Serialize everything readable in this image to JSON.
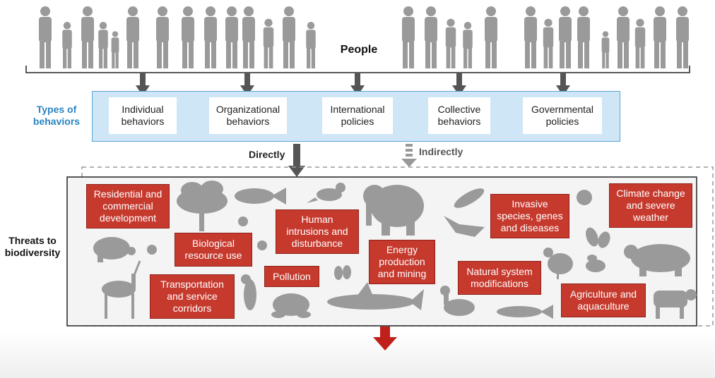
{
  "diagram": {
    "people_label": "People",
    "types_label": "Types of\nbehaviors",
    "behaviors": [
      {
        "label": "Individual\nbehaviors"
      },
      {
        "label": "Organizational\nbehaviors"
      },
      {
        "label": "International\npolicies"
      },
      {
        "label": "Collective\nbehaviors"
      },
      {
        "label": "Governmental\npolicies"
      }
    ],
    "directly_label": "Directly",
    "indirectly_label": "Indirectly",
    "threats_label": "Threats to\nbiodiversity",
    "threats": [
      {
        "label": "Residential and\ncommercial\ndevelopment"
      },
      {
        "label": "Biological\nresource use"
      },
      {
        "label": "Transportation\nand service\ncorridors"
      },
      {
        "label": "Pollution"
      },
      {
        "label": "Human\nintrusions and\ndisturbance"
      },
      {
        "label": "Energy\nproduction\nand mining"
      },
      {
        "label": "Natural system\nmodifications"
      },
      {
        "label": "Invasive\nspecies, genes\nand diseases"
      },
      {
        "label": "Climate change\nand severe\nweather"
      },
      {
        "label": "Agriculture and\naquaculture"
      }
    ],
    "colors": {
      "threat_box": "#c63a2e",
      "behavior_band": "#cfe6f7",
      "behavior_label": "#2a86c4",
      "silhouette": "#9a9a9a",
      "arrow": "#555555",
      "down_arrow": "#c0201a"
    },
    "icons": [
      "person-silhouette",
      "tree-icon",
      "fish-icon",
      "bird-icon",
      "elephant-icon",
      "microbe-icon",
      "virus-icon",
      "bat-icon",
      "turtle-icon",
      "butterfly-icon",
      "chicken-icon",
      "bee-icon",
      "bear-icon",
      "antelope-icon",
      "seahorse-icon",
      "frog-icon",
      "shark-icon",
      "duck-icon",
      "salmon-icon",
      "cow-icon"
    ]
  }
}
